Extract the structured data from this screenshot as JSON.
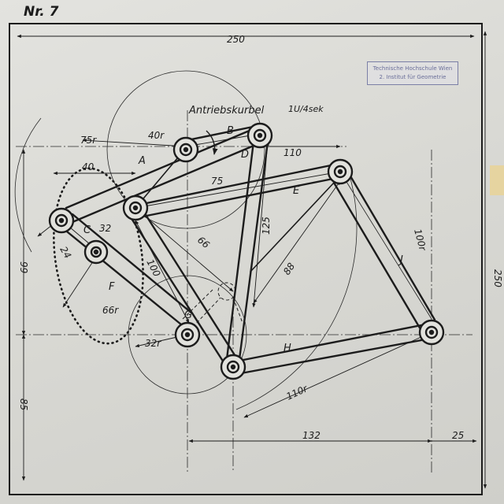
{
  "sheet": {
    "number": "Nr. 7",
    "stamp_line1": "Technische Hochschule Wien",
    "stamp_line2": "2. Institut für Geometrie",
    "drive_label": "Antriebskurbel",
    "drive_speed": "1U/4sek"
  },
  "joints": {
    "A": "A",
    "B": "B",
    "C": "C",
    "D": "D",
    "E": "E",
    "F": "F",
    "G": "G",
    "H": "H",
    "J": "J"
  },
  "dimensions": {
    "top": "250",
    "right": "250",
    "left_upper": "99",
    "left_lower": "85",
    "bottom_mid": "132",
    "bottom_right": "25",
    "r75": "75r",
    "r40": "40r",
    "d110": "110",
    "d40": "40",
    "d75": "75",
    "d32": "32",
    "d24": "24",
    "d66": "66",
    "d125": "125",
    "d88": "88",
    "d100": "100",
    "r100": "100r",
    "r66": "66r",
    "r32": "32r",
    "r110": "110r"
  },
  "colors": {
    "ink": "#1c1c1c",
    "paper": "#dcdcd7",
    "stamp": "#6a6e99"
  }
}
